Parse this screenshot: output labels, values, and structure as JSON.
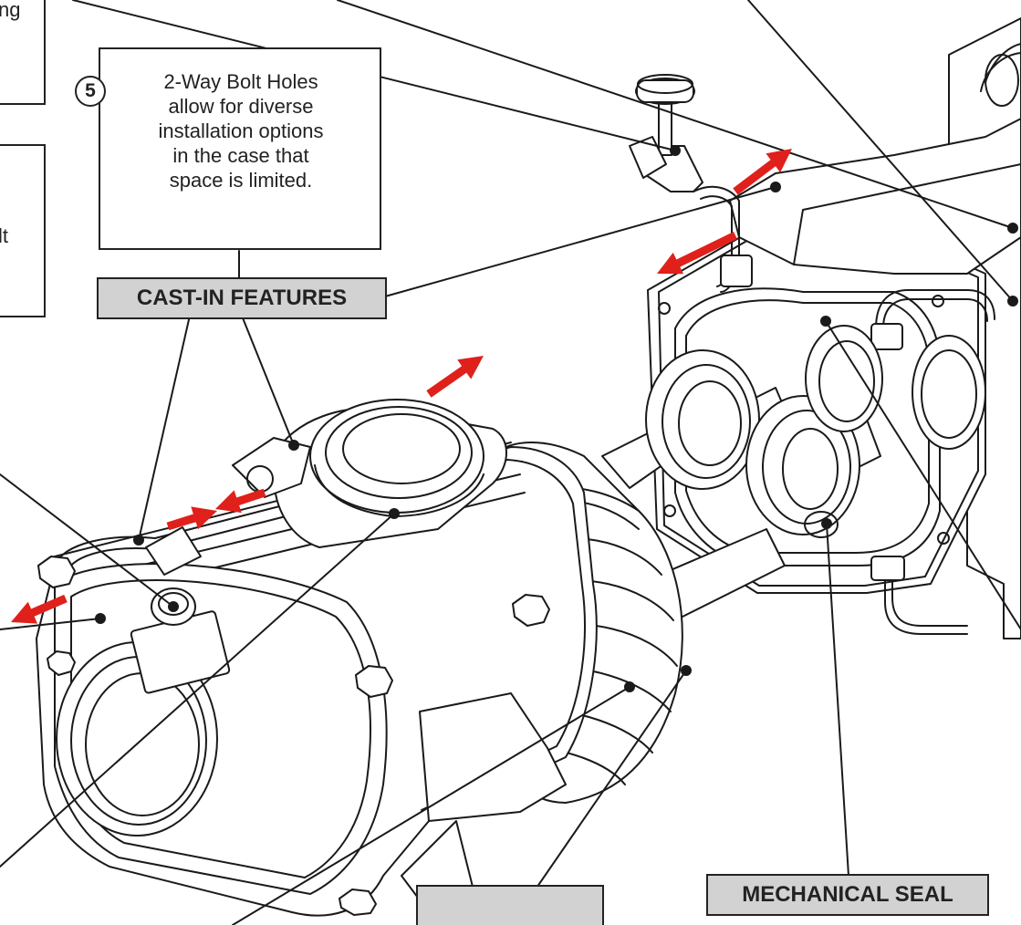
{
  "callouts": {
    "bolt_holes": {
      "number": "5",
      "lines": [
        "2-Way Bolt Holes",
        "allow for diverse",
        "installation options",
        "in the case that",
        "space is limited."
      ]
    },
    "top_left_fragment": "ng",
    "left_fragment": "lt"
  },
  "labels": {
    "cast_in_features": "CAST-IN FEATURES",
    "mechanical_seal": "MECHANICAL SEAL",
    "bottom_center": ""
  },
  "colors": {
    "arrow": "#e0201b",
    "line": "#1a1a1a",
    "label_fill": "#d2d2d2"
  }
}
